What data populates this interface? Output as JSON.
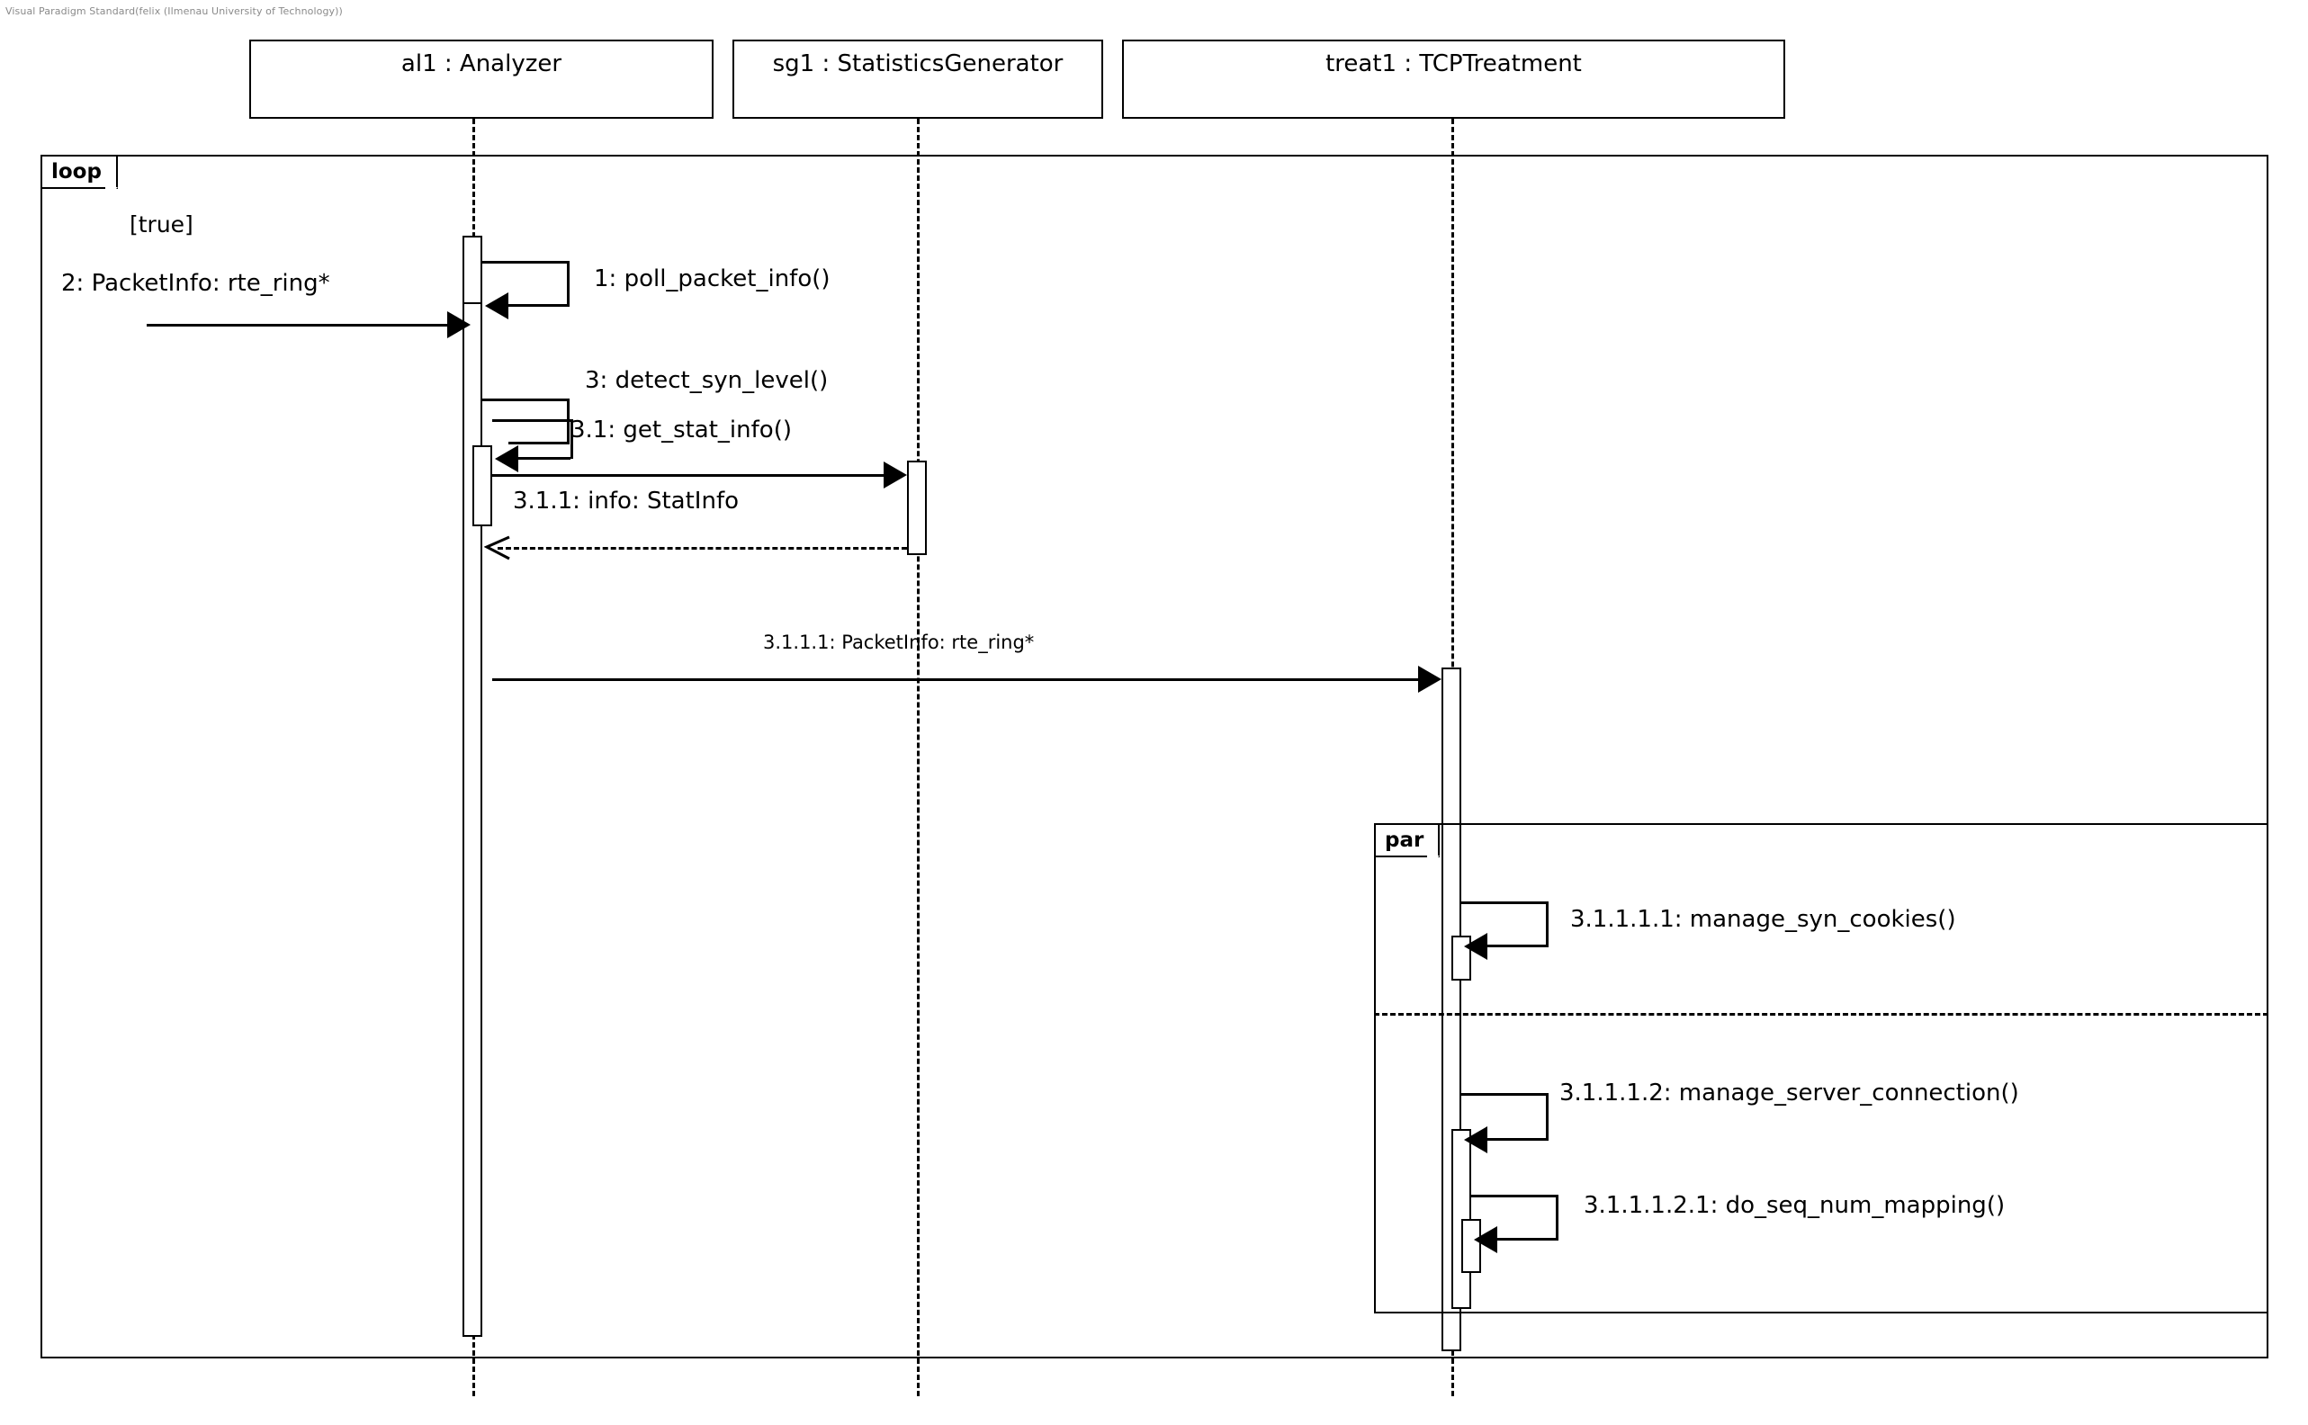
{
  "watermark": "Visual Paradigm Standard(felix (Ilmenau University of Technology))",
  "diagram": {
    "type": "uml-sequence-diagram",
    "lifelines": [
      {
        "id": "al1",
        "label": "al1 : Analyzer"
      },
      {
        "id": "sg1",
        "label": "sg1 : StatisticsGenerator"
      },
      {
        "id": "treat1",
        "label": "treat1 : TCPTreatment"
      }
    ],
    "fragments": [
      {
        "id": "loop",
        "tag": "loop",
        "guard": "[true]"
      },
      {
        "id": "par",
        "tag": "par",
        "guard": ""
      }
    ],
    "messages": [
      {
        "seq": "1",
        "label": "1: poll_packet_info()",
        "kind": "self-call",
        "from": "al1",
        "to": "al1"
      },
      {
        "seq": "2",
        "label": "2: PacketInfo: rte_ring*",
        "kind": "found-call",
        "from": "",
        "to": "al1"
      },
      {
        "seq": "3",
        "label": "3: detect_syn_level()",
        "kind": "self-call",
        "from": "al1",
        "to": "al1"
      },
      {
        "seq": "3.1",
        "label": "3.1: get_stat_info()",
        "kind": "self-call",
        "from": "al1",
        "to": "al1"
      },
      {
        "seq": "3.1.1",
        "label": "3.1.1: info: StatInfo",
        "kind": "call",
        "from": "al1",
        "to": "sg1"
      },
      {
        "seq": "3.1.1-return",
        "label": "",
        "kind": "return",
        "from": "sg1",
        "to": "al1"
      },
      {
        "seq": "3.1.1.1",
        "label": "3.1.1.1: PacketInfo: rte_ring*",
        "kind": "call",
        "from": "al1",
        "to": "treat1"
      },
      {
        "seq": "3.1.1.1.1",
        "label": "3.1.1.1.1: manage_syn_cookies()",
        "kind": "self-call",
        "from": "treat1",
        "to": "treat1"
      },
      {
        "seq": "3.1.1.1.2",
        "label": "3.1.1.1.2: manage_server_connection()",
        "kind": "self-call",
        "from": "treat1",
        "to": "treat1"
      },
      {
        "seq": "3.1.1.1.2.1",
        "label": "3.1.1.1.2.1: do_seq_num_mapping()",
        "kind": "self-call",
        "from": "treat1",
        "to": "treat1"
      }
    ],
    "colors": {
      "stroke": "#000000",
      "background": "#ffffff",
      "watermark": "#8a8a8a"
    }
  }
}
